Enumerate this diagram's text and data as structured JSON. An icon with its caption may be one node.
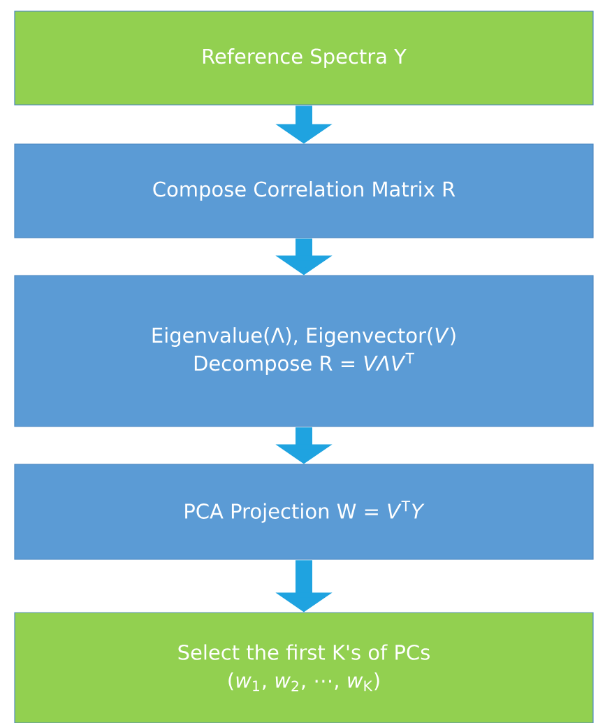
{
  "diagram": {
    "nodes": [
      {
        "text": [
          "Reference Spectra Y"
        ]
      },
      {
        "text": [
          "Compose Correlation Matrix R"
        ]
      },
      {
        "text": [
          "Eigenvalue(Λ), Eigenvector(*V*)",
          "Decompose R = *VΛV*$^{T}$"
        ]
      },
      {
        "text": [
          "PCA Projection W = *V*$^{T}$*Y*"
        ]
      },
      {
        "text": [
          "Select the first K's of PCs",
          "(*w*$_{1}$, *w*$_{2}$, ⋯, *w*$_{K}$)"
        ]
      }
    ],
    "edges": [
      {
        "from": 0,
        "to": 1,
        "arrow": "to"
      },
      {
        "from": 1,
        "to": 2,
        "arrow": "to"
      },
      {
        "from": 2,
        "to": 3,
        "arrow": "to"
      },
      {
        "from": 3,
        "to": 4,
        "arrow": "to"
      }
    ]
  }
}
